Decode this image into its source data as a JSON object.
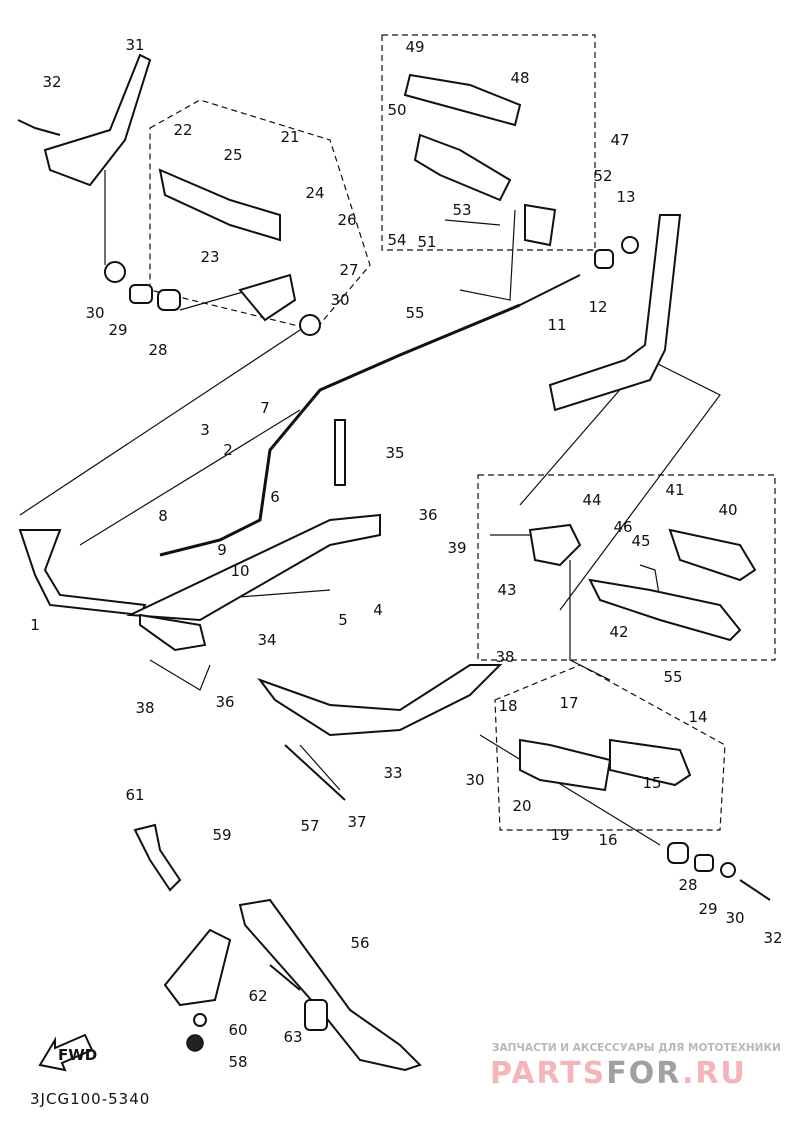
{
  "diagram": {
    "callouts": [
      "31",
      "32",
      "22",
      "21",
      "25",
      "24",
      "26",
      "23",
      "27",
      "30",
      "29",
      "28",
      "30",
      "49",
      "48",
      "50",
      "47",
      "52",
      "53",
      "13",
      "54",
      "51",
      "55",
      "11",
      "12",
      "3",
      "2",
      "7",
      "35",
      "8",
      "6",
      "36",
      "9",
      "10",
      "5",
      "4",
      "1",
      "34",
      "39",
      "43",
      "44",
      "41",
      "40",
      "46",
      "45",
      "42",
      "55",
      "38",
      "38",
      "36",
      "14",
      "18",
      "17",
      "30",
      "33",
      "20",
      "19",
      "16",
      "15",
      "37",
      "61",
      "59",
      "57",
      "28",
      "29",
      "30",
      "32",
      "56",
      "62",
      "60",
      "63",
      "58"
    ],
    "direction_arrow": "FWD",
    "diagram_code": "3JCG100-5340"
  },
  "watermark": {
    "tagline": "ЗАПЧАСТИ И АКСЕССУАРЫ ДЛЯ МОТОТЕХНИКИ",
    "logo_part1": "PARTS",
    "logo_part2": "FOR",
    "logo_part3": ".RU",
    "colors": {
      "pink": "#f4b4b8",
      "gray": "#a0a0a0"
    }
  }
}
